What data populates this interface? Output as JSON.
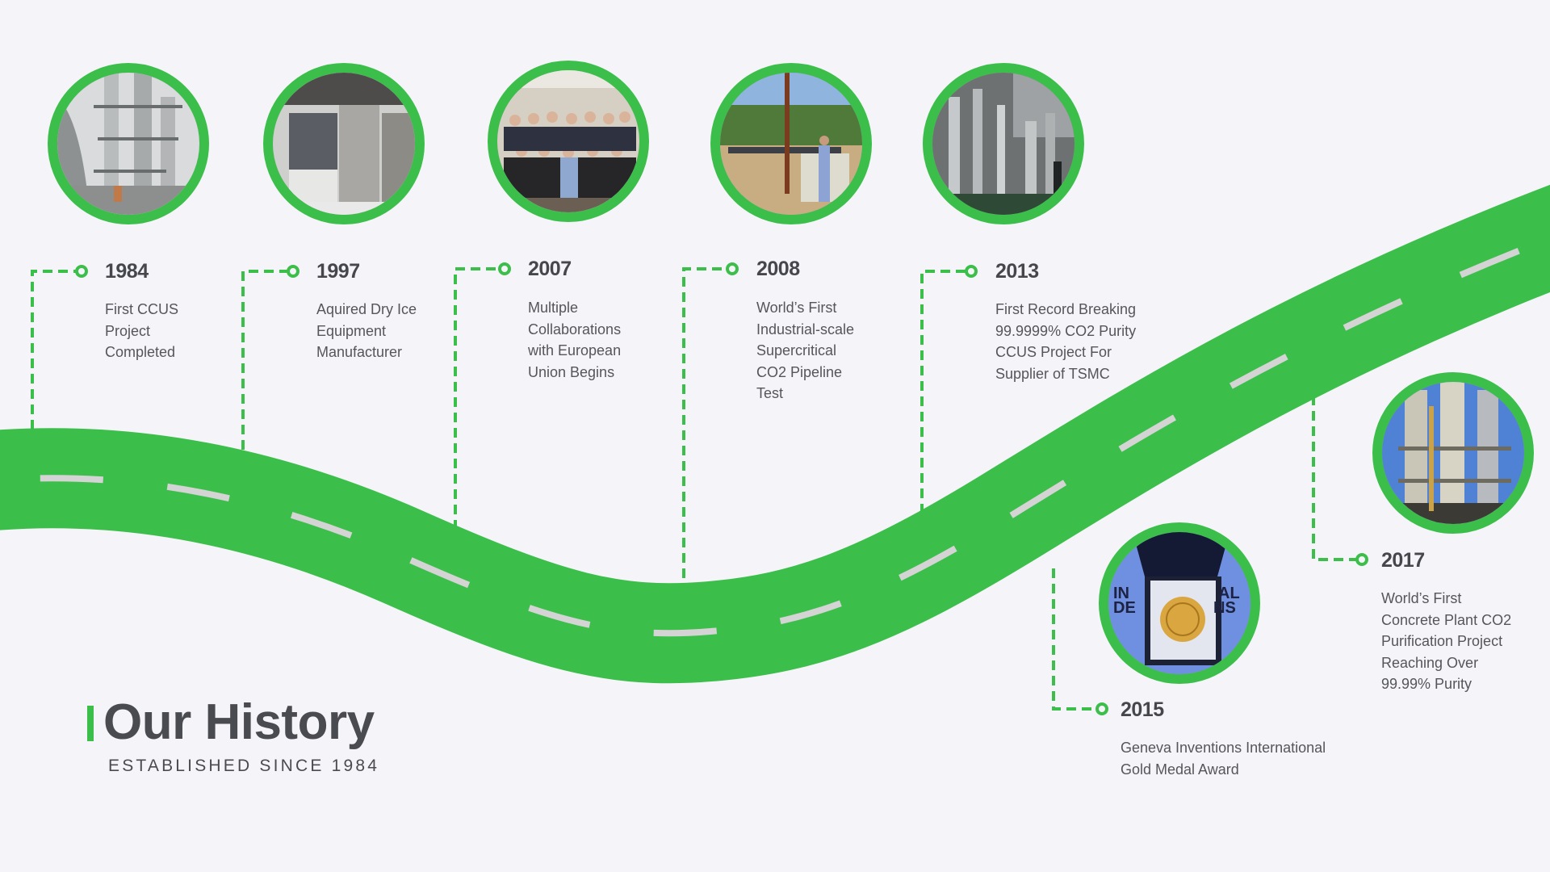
{
  "page": {
    "title": "Our History",
    "subtitle": "ESTABLISHED SINCE 1984"
  },
  "colors": {
    "accent": "#3cbf4a",
    "background": "#f5f4f9",
    "road_dash": "#d4d4d4",
    "heading_text": "#46474c",
    "body_text": "#55565b"
  },
  "milestones": [
    {
      "year": "1984",
      "description": "First CCUS\nProject\nCompleted",
      "image": "ccus-plant-towers-photo"
    },
    {
      "year": "1997",
      "description": "Aquired Dry Ice\nEquipment\nManufacturer",
      "image": "dry-ice-equipment-photo"
    },
    {
      "year": "2007",
      "description": "Multiple\nCollaborations\nwith European\nUnion Begins",
      "image": "team-group-photo"
    },
    {
      "year": "2008",
      "description": "World’s First\nIndustrial-scale\nSupercritical\nCO2 Pipeline\nTest",
      "image": "pipeline-test-photo"
    },
    {
      "year": "2013",
      "description": "First Record Breaking\n99.9999% CO2 Purity\nCCUS Project For\nSupplier of TSMC",
      "image": "purification-plant-photo"
    },
    {
      "year": "2015",
      "description": "Geneva Inventions International\nGold Medal Award",
      "image": "gold-medal-photo"
    },
    {
      "year": "2017",
      "description": "World’s First\nConcrete Plant CO2\nPurification Project\nReaching Over\n99.99% Purity",
      "image": "concrete-plant-towers-photo"
    }
  ]
}
